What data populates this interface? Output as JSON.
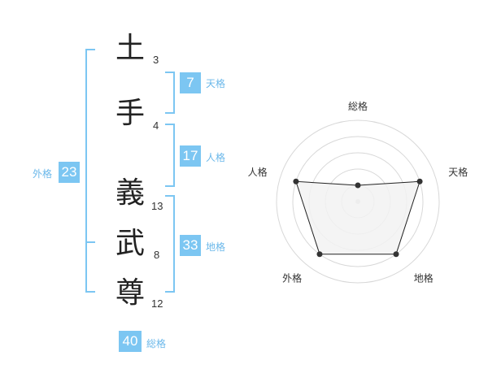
{
  "name": {
    "characters": [
      {
        "char": "土",
        "strokes": "3"
      },
      {
        "char": "手",
        "strokes": "4"
      },
      {
        "char": "義",
        "strokes": "13"
      },
      {
        "char": "武",
        "strokes": "8"
      },
      {
        "char": "尊",
        "strokes": "12"
      }
    ]
  },
  "fortune": {
    "tenkaku": {
      "value": "7",
      "label": "天格"
    },
    "jinkaku": {
      "value": "17",
      "label": "人格"
    },
    "chikaku": {
      "value": "33",
      "label": "地格"
    },
    "gaikaku": {
      "value": "23",
      "label": "外格"
    },
    "soukaku": {
      "value": "40",
      "label": "総格"
    }
  },
  "chart_data": {
    "type": "radar",
    "axes": [
      "総格",
      "天格",
      "地格",
      "外格",
      "人格"
    ],
    "values": [
      1,
      4,
      4,
      4,
      4
    ],
    "range": [
      0,
      5
    ],
    "rings": 5
  },
  "colors": {
    "accent": "#7cc6f2",
    "accent_text": "#6bb8ea",
    "polygon_fill": "#f2f2f2",
    "polygon_stroke": "#222222",
    "ring": "#d8d8d8"
  }
}
